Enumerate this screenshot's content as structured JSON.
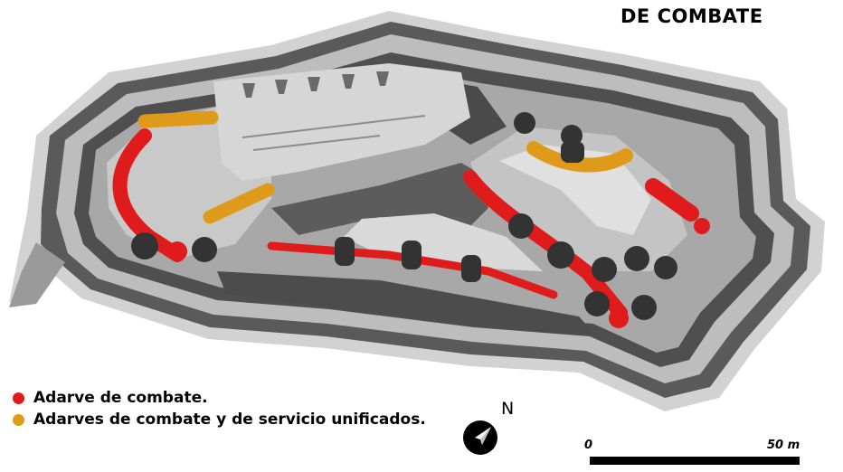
{
  "title": "DE COMBATE",
  "legend": [
    {
      "color": "#e01b1b",
      "label": "Adarve de combate."
    },
    {
      "color": "#e09a1a",
      "label": "Adarves de combate y de servicio unificados."
    }
  ],
  "compass": {
    "label": "N",
    "icon": "compass-north-icon"
  },
  "scale": {
    "start": "0",
    "end": "50 m"
  },
  "colors": {
    "outer_wall": "#5a5a5a",
    "glacis": "#bdbdbd",
    "terreplein": "#a8a8a8",
    "interior": "#c7c7c7",
    "dark_ditch": "#4a4a4a",
    "walkway_combat": "#e01b1b",
    "walkway_unified": "#e09a1a",
    "casemates": "#333333"
  }
}
